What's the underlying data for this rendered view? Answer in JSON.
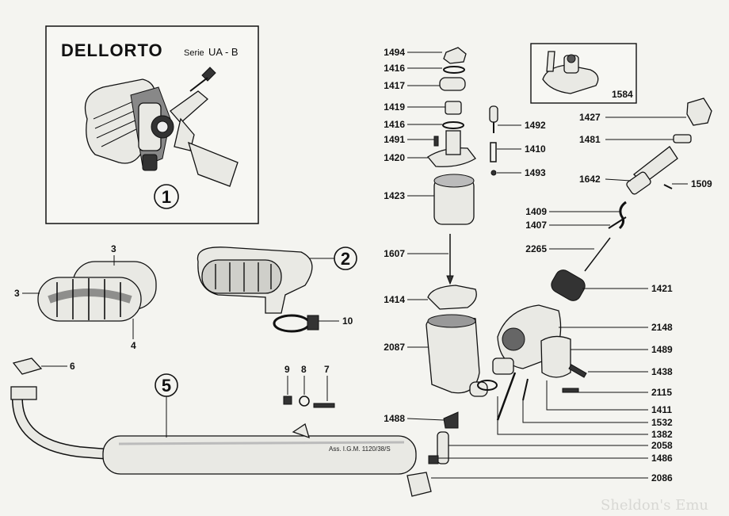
{
  "inset_main": {
    "brand": "DELLORTO",
    "serie_label": "Serie",
    "serie_value": "UA - B",
    "number": "1"
  },
  "inset_small": {
    "number": "1584"
  },
  "circled": {
    "air_box": "2",
    "exhaust": "5"
  },
  "filter_labels": {
    "a": "3",
    "b": "3",
    "c": "4"
  },
  "exhaust_labels": {
    "gasket": "6",
    "clamp": "10",
    "bolt": "7",
    "washer": "8",
    "nut": "9"
  },
  "muffler_marking": "Ass. I.G.M. 1120/38/S",
  "left_col_labels": [
    "1494",
    "1416",
    "1417",
    "1419",
    "1416",
    "1491",
    "1420",
    "1423",
    "1607",
    "1414",
    "2087",
    "1488"
  ],
  "right_col_labels": [
    "1492",
    "1410",
    "1493",
    "1427",
    "1481",
    "1642",
    "1509",
    "1409",
    "1407",
    "2265",
    "1421",
    "2148",
    "1489",
    "1438",
    "2115",
    "1411",
    "1532",
    "1382",
    "2058",
    "1486",
    "2086"
  ],
  "watermark": "Sheldon's Emu"
}
